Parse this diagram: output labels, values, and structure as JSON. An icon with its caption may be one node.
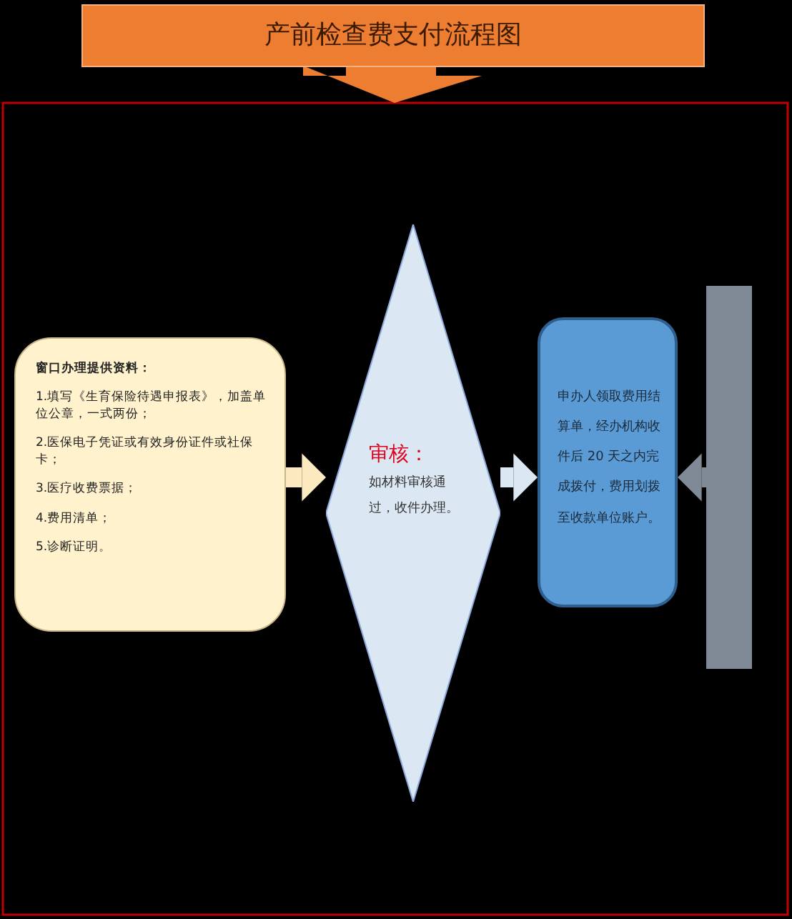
{
  "diagram": {
    "title": "产前检查费支付流程图",
    "nodes": [
      {
        "text": [
          "窗口办理提供资料：",
          "1.填写《生育保险待遇申报表》，加盖单位公章，一式两份；",
          "2.医保电子凭证或有效身份证件或社保卡；",
          "3.医疗收费票据；",
          "4.费用清单；",
          "5.诊断证明。"
        ]
      },
      {
        "text": [
          "审核：",
          "如材料审核通过，收件办理。"
        ]
      },
      {
        "text": [
          "申办人领取费用结算单，经办机构收件后 20 天之内完成拨付，费用划拨至收款单位账户。"
        ]
      },
      {
        "text": [],
        "shape": "bar"
      }
    ],
    "edges": [
      {
        "from": 0,
        "to": 1,
        "arrow": "to",
        "color": "#fde9c0"
      },
      {
        "from": 1,
        "to": 2,
        "arrow": "to",
        "color": "#dbe7f3"
      },
      {
        "from": 3,
        "to": 2,
        "arrow": "to",
        "color": "#7f8a96"
      }
    ]
  }
}
